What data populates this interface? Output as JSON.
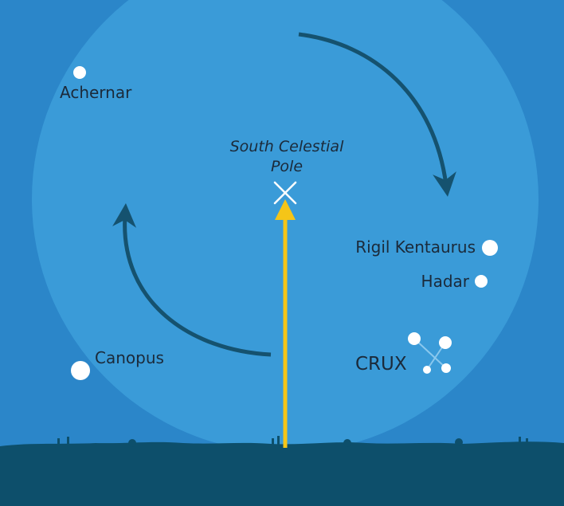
{
  "diagram": {
    "pole_label_line1": "South Celestial",
    "pole_label_line2": "Pole",
    "constellation_label": "CRUX",
    "stars": [
      {
        "name": "Achernar"
      },
      {
        "name": "Canopus"
      },
      {
        "name": "Rigil Kentaurus"
      },
      {
        "name": "Hadar"
      }
    ],
    "colors": {
      "sky": "#2b86c9",
      "sky_disk": "#3a9bd8",
      "ground": "#0d4f6b",
      "rotation_arrow": "#15526f",
      "altitude_arrow": "#f5c518",
      "star": "#ffffff",
      "label": "#1b2a3a"
    }
  }
}
